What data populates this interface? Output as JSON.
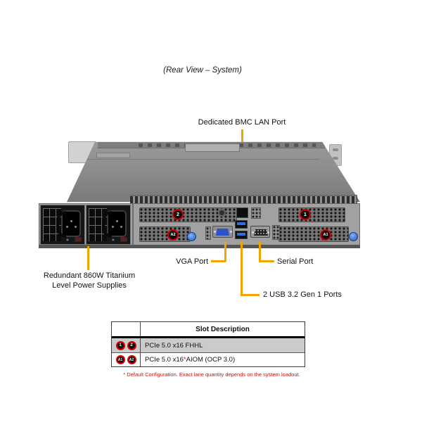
{
  "page": {
    "caption": "(Rear View – System)"
  },
  "diagram": {
    "callouts": {
      "bmc": "Dedicated BMC LAN Port",
      "psu_line1": "Redundant 860W Titanium",
      "psu_line2": "Level Power Supplies",
      "vga": "VGA Port",
      "serial": "Serial Port",
      "usb": "2 USB 3.2 Gen 1 Ports"
    },
    "slot_badges": {
      "slot1": "1",
      "slot2": "2",
      "slotA1": "A1",
      "slotA2": "A2"
    },
    "colors": {
      "callout_line": "#F0A500",
      "badge_ring": "#D40000",
      "vga_blue": "#2D53C9",
      "usb_blue": "#2F6FE0",
      "footnote_red": "#C41414"
    }
  },
  "table": {
    "header": "Slot Description",
    "rows": [
      {
        "badges": [
          "1",
          "2"
        ],
        "desc": "PCIe 5.0 x16 FHHL"
      },
      {
        "badges": [
          "A1",
          "A2"
        ],
        "desc_pre": "PCIe 5.0 x16",
        "asterisk": "*",
        "desc_post": " AIOM (OCP 3.0)"
      }
    ],
    "footnote": "* Default Configuration. Exact lane quantity depends on the system loadout."
  }
}
